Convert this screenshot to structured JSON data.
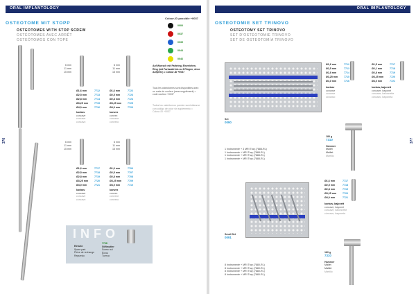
{
  "left_page": {
    "header": "ORAL IMPLANTOLOGY",
    "page_number": "376",
    "title": "OSTEOTOME MIT STOPP",
    "subtitles": [
      "OSTEOTOMES WITH STOP SCREW",
      "OSTÉOTOMES AVEC ARRÊT",
      "OSTEÓTOMOS CON TOPE"
    ],
    "color_key": {
      "title": "Colour-ID possible +0037",
      "items": [
        {
          "color": "#111111",
          "code": "0000"
        },
        {
          "color": "#cc1111",
          "code": "0037"
        },
        {
          "color": "#1e5fd0",
          "code": "0039"
        },
        {
          "color": "#2aa84a",
          "code": "0044"
        },
        {
          "color": "#e8e000",
          "code": "0046"
        }
      ]
    },
    "groups": [
      {
        "depths": [
          "6 mm",
          "11 mm",
          "15 mm"
        ],
        "rows": [
          {
            "size": "Ø1,6 mm",
            "code": "7712"
          },
          {
            "size": "Ø2,5 mm",
            "code": "7713"
          },
          {
            "size": "Ø2,8 mm",
            "code": "7714"
          },
          {
            "size": "Ø3,25 mm",
            "code": "7715"
          },
          {
            "size": "Ø4,0 mm",
            "code": "7716"
          }
        ],
        "material": [
          "konkav",
          "concave",
          "concave",
          "cóncavo"
        ]
      },
      {
        "depths": [
          "6 mm",
          "11 mm",
          "15 mm"
        ],
        "rows": [
          {
            "size": "Ø1,6 mm",
            "code": "7722"
          },
          {
            "size": "Ø2,5 mm",
            "code": "7723"
          },
          {
            "size": "Ø2,8 mm",
            "code": "7724"
          },
          {
            "size": "Ø3,25 mm",
            "code": "7725"
          },
          {
            "size": "Ø4,0 mm",
            "code": "7726"
          }
        ],
        "material": [
          "konvex",
          "convex",
          "convexe",
          "convexo"
        ]
      },
      {
        "depths": [
          "6 mm",
          "11 mm",
          "15 mm"
        ],
        "rows": [
          {
            "size": "Ø1,6 mm",
            "code": "7717"
          },
          {
            "size": "Ø2,5 mm",
            "code": "7718"
          },
          {
            "size": "Ø2,8 mm",
            "code": "7719"
          },
          {
            "size": "Ø3,25 mm",
            "code": "7720"
          },
          {
            "size": "Ø4,0 mm",
            "code": "7721"
          }
        ],
        "material": [
          "konkav",
          "concave",
          "concave",
          "cóncavo"
        ]
      },
      {
        "depths": [
          "6 mm",
          "11 mm",
          "15 mm"
        ],
        "rows": [
          {
            "size": "Ø1,6 mm",
            "code": "7706"
          },
          {
            "size": "Ø2,5 mm",
            "code": "7707"
          },
          {
            "size": "Ø2,8 mm",
            "code": "7708"
          },
          {
            "size": "Ø3,25 mm",
            "code": "7709"
          },
          {
            "size": "Ø4,0 mm",
            "code": "7710"
          }
        ],
        "material": [
          "konvex",
          "convex",
          "convexe",
          "convexo"
        ]
      }
    ],
    "notes": {
      "de": "Auf Wunsch mit Farbring, Einzeichen-Ring (mit Farbwahl bis zu 3 Ringen, ohne Aufpreis) = Colour-ID +0037",
      "fr": "Tous les ostéotomes sont disponibles avec un code de couleur (sans supplément) = code couleur +0037",
      "es": "Todos los osteótomos pueden suministrarse con código de color sin suplemento = Colour-ID +0037"
    },
    "info": {
      "word": "INFO",
      "item1": {
        "de": "Einsatz",
        "en": "Spare part",
        "fr": "Pièce de rechange",
        "es": "Repuesto"
      },
      "item2": {
        "code": "7738",
        "de": "Stiftmutter",
        "en": "Screw nut",
        "fr": "Écrou",
        "es": "Tuerca"
      }
    }
  },
  "right_page": {
    "header": "ORAL IMPLANTOLOGY",
    "page_number": "377",
    "title": "OSTEOTOMIE SET TRINOVO",
    "subtitles": [
      "OSTEOTOMY SET TRINOVO",
      "SET D'OSTÉOTOMIE TRINOVO",
      "SET DE OSTEOTOMÍA TRINOVO"
    ],
    "set1": {
      "rows_a": [
        {
          "size": "Ø1,6 mm",
          "code": "7712"
        },
        {
          "size": "Ø2,5 mm",
          "code": "7713"
        },
        {
          "size": "Ø2,8 mm",
          "code": "7714"
        },
        {
          "size": "Ø3,25 mm",
          "code": "7715"
        },
        {
          "size": "Ø4,0 mm",
          "code": "7716"
        }
      ],
      "material_a": [
        "konkav",
        "concave",
        "concave",
        "cóncavo"
      ],
      "rows_b": [
        {
          "size": "Ø1,5 mm",
          "code": "7717"
        },
        {
          "size": "Ø2,1 mm",
          "code": "7718"
        },
        {
          "size": "Ø2,8 mm",
          "code": "7719"
        },
        {
          "size": "Ø3,25 mm",
          "code": "7720"
        },
        {
          "size": "Ø4,0 mm",
          "code": "7721"
        }
      ],
      "material_b": [
        "konkav, bajonett",
        "concave, bayonet",
        "concave, baïonnette",
        "cóncavo, bayoneta"
      ],
      "set_label": "Set",
      "set_code": "0090",
      "contents": [
        "1 Instrumente + 3 MRI Tray (7888-RL)",
        "1 Instrumente + MRI Tray (7888-RL)",
        "1 Instrumente + MRI Tray (7888-RL)",
        "1 Instrumente + MRI Tray (7888-RL)"
      ],
      "hammer_weight": "180 g",
      "hammer_code": "7310",
      "hammer_names": [
        "Hammer",
        "Mallet",
        "Maillet",
        "Martillo"
      ]
    },
    "set2": {
      "rows": [
        {
          "size": "Ø1,6 mm",
          "code": "7717"
        },
        {
          "size": "Ø2,5 mm",
          "code": "7718"
        },
        {
          "size": "Ø2,8 mm",
          "code": "7719"
        },
        {
          "size": "Ø3,25 mm",
          "code": "7720"
        },
        {
          "size": "Ø4,0 mm",
          "code": "7721"
        }
      ],
      "material": [
        "konkav, bajonett",
        "concave, bayonet",
        "concave, baïonnette",
        "cóncavo, bayoneta"
      ],
      "set_label": "Small Set",
      "set_code": "0091",
      "contents": [
        "8 Instrumente + MRI Tray (7880-RL)",
        "8 Instrumente + MRI Tray (7880-RL)",
        "8 Instrumente + MRI Tray (7880-RL)",
        "8 Instrumente + MRI Tray (7880-RL)"
      ],
      "hammer_weight": "180 g",
      "hammer_code": "7310",
      "hammer_names": [
        "Hammer",
        "Mallet",
        "Maillet",
        "Martillo"
      ]
    }
  }
}
